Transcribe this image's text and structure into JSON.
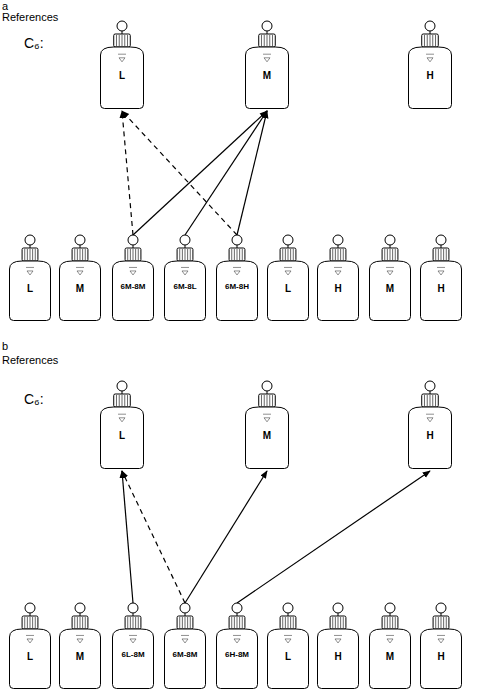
{
  "diagram": {
    "nodes": [
      {
        "text": [
          "L"
        ]
      },
      {
        "text": [
          "M"
        ]
      },
      {
        "text": [
          "H"
        ]
      },
      {
        "text": [
          "L"
        ]
      },
      {
        "text": [
          "M"
        ]
      },
      {
        "text": [
          "6M-8M"
        ]
      },
      {
        "text": [
          "6M-8L"
        ]
      },
      {
        "text": [
          "6M-8H"
        ]
      },
      {
        "text": [
          "L"
        ]
      },
      {
        "text": [
          "H"
        ]
      },
      {
        "text": [
          "M"
        ]
      },
      {
        "text": [
          "H"
        ]
      },
      {
        "text": [
          "L"
        ]
      },
      {
        "text": [
          "M"
        ]
      },
      {
        "text": [
          "H"
        ]
      },
      {
        "text": [
          "L"
        ]
      },
      {
        "text": [
          "M"
        ]
      },
      {
        "text": [
          "6L-8M"
        ]
      },
      {
        "text": [
          "6M-8M"
        ]
      },
      {
        "text": [
          "6H-8M"
        ]
      },
      {
        "text": [
          "L"
        ]
      },
      {
        "text": [
          "H"
        ]
      },
      {
        "text": [
          "M"
        ]
      },
      {
        "text": [
          "H"
        ]
      }
    ],
    "edges": [
      {
        "from": 5,
        "to": 0,
        "arrow": "to"
      },
      {
        "from": 5,
        "to": 1,
        "arrow": "to"
      },
      {
        "from": 6,
        "to": 1,
        "arrow": "to"
      },
      {
        "from": 7,
        "to": 1,
        "arrow": "to"
      },
      {
        "from": 7,
        "to": 0,
        "arrow": "to"
      },
      {
        "from": 17,
        "to": 12,
        "arrow": "to"
      },
      {
        "from": 18,
        "to": 12,
        "arrow": "to"
      },
      {
        "from": 18,
        "to": 13,
        "arrow": "to"
      },
      {
        "from": 19,
        "to": 14,
        "arrow": "to"
      }
    ],
    "labels": [
      "a",
      "References",
      "C₆:",
      "b",
      "References",
      "C₆:"
    ]
  }
}
